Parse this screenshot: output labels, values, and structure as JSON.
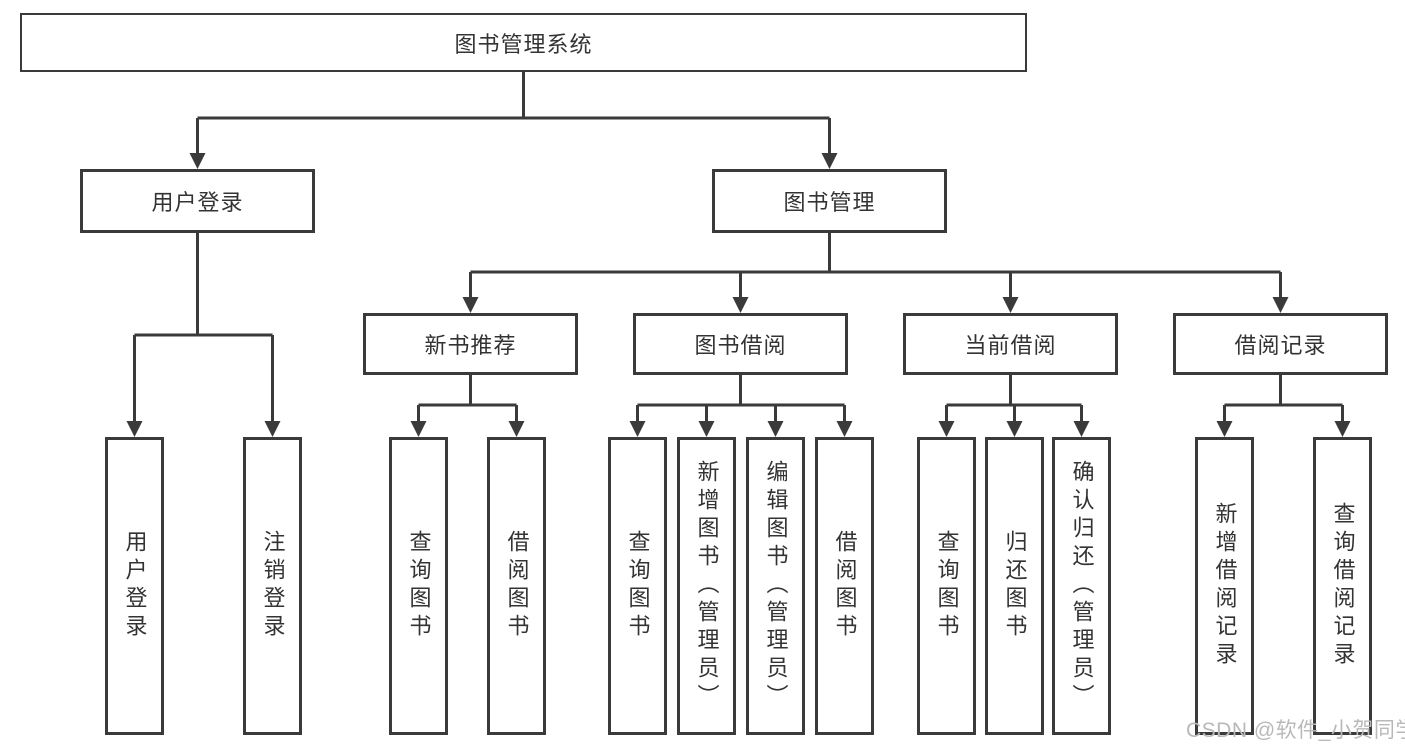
{
  "tree": {
    "root": {
      "label": "图书管理系统",
      "children": [
        {
          "label": "用户登录",
          "children": [
            {
              "label": "用户登录"
            },
            {
              "label": "注销登录"
            }
          ]
        },
        {
          "label": "图书管理",
          "children": [
            {
              "label": "新书推荐",
              "children": [
                {
                  "label": "查询图书"
                },
                {
                  "label": "借阅图书"
                }
              ]
            },
            {
              "label": "图书借阅",
              "children": [
                {
                  "label": "查询图书"
                },
                {
                  "label": "新增图书（管理员）"
                },
                {
                  "label": "编辑图书（管理员）"
                },
                {
                  "label": "借阅图书"
                }
              ]
            },
            {
              "label": "当前借阅",
              "children": [
                {
                  "label": "查询图书"
                },
                {
                  "label": "归还图书"
                },
                {
                  "label": "确认归还（管理员）"
                }
              ]
            },
            {
              "label": "借阅记录",
              "children": [
                {
                  "label": "新增借阅记录"
                },
                {
                  "label": "查询借阅记录"
                }
              ]
            }
          ]
        }
      ]
    }
  },
  "watermark": "CSDN @软件_小贺同学",
  "colors": {
    "line": "#3a3a3a",
    "text": "#333333",
    "watermark": "#b9b9b9",
    "background": "#ffffff"
  }
}
